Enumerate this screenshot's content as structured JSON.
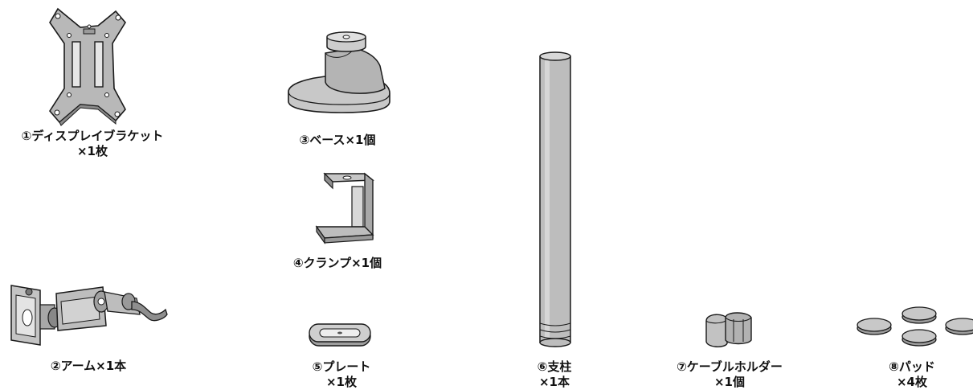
{
  "parts": [
    {
      "id": "display-bracket",
      "line1": "①ディスプレイブラケット",
      "line2": "×1枚",
      "icon": "vesa-bracket-icon"
    },
    {
      "id": "arm",
      "line1": "②アーム×1本",
      "line2": "",
      "icon": "arm-icon"
    },
    {
      "id": "base",
      "line1": "③ベース×1個",
      "line2": "",
      "icon": "base-icon"
    },
    {
      "id": "clamp",
      "line1": "④クランプ×1個",
      "line2": "",
      "icon": "clamp-icon"
    },
    {
      "id": "plate",
      "line1": "⑤プレート",
      "line2": "×1枚",
      "icon": "plate-icon"
    },
    {
      "id": "pole",
      "line1": "⑥支柱",
      "line2": "×1本",
      "icon": "pole-icon"
    },
    {
      "id": "cable-holder",
      "line1": "⑦ケーブルホルダー",
      "line2": "×1個",
      "icon": "cable-holder-icon"
    },
    {
      "id": "pad",
      "line1": "⑧パッド",
      "line2": "×4枚",
      "icon": "pad-icon"
    }
  ],
  "colors": {
    "part_fill": "#b8b8b8",
    "part_fill_light": "#d6d6d6",
    "part_stroke": "#1a1a1a"
  }
}
